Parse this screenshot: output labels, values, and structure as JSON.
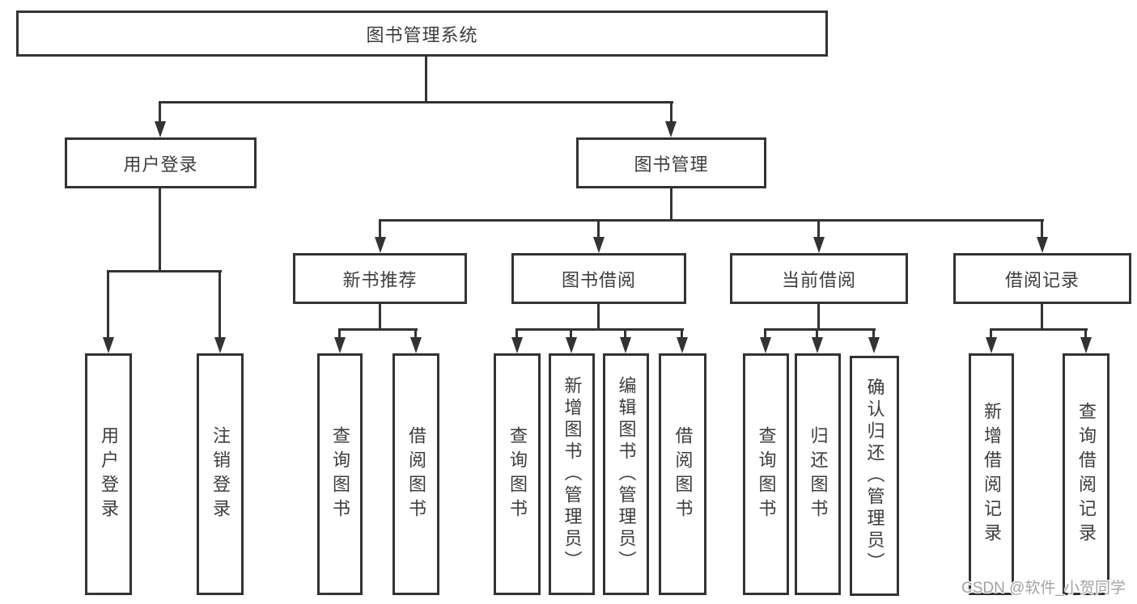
{
  "diagram": {
    "root": "图书管理系统",
    "level2": {
      "user_login": "用户登录",
      "book_mgmt": "图书管理"
    },
    "level3": {
      "new_book_rec": "新书推荐",
      "book_borrow": "图书借阅",
      "current_borrow": "当前借阅",
      "borrow_record": "借阅记录"
    },
    "leaves": {
      "user_login": "用户登录",
      "logout": "注销登录",
      "query_book_rec": "查询图书",
      "borrow_book_rec": "借阅图书",
      "query_book_borrow": "查询图书",
      "add_book_admin": "新增图书（管理员）",
      "edit_book_admin": "编辑图书（管理员）",
      "borrow_book_borrow": "借阅图书",
      "query_book_current": "查询图书",
      "return_book": "归还图书",
      "confirm_return_admin": "确认归还（管理员）",
      "add_borrow_record": "新增借阅记录",
      "query_borrow_record": "查询借阅记录"
    }
  },
  "colors": {
    "line": "#333333",
    "text": "#3d3d3d",
    "background": "#ffffff",
    "watermark": "#a3a3a3"
  },
  "watermark": "CSDN @软件_小贺同学"
}
